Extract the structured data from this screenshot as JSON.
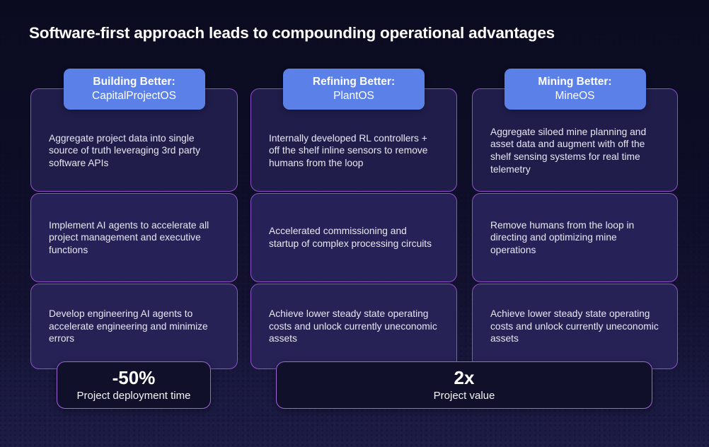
{
  "slide": {
    "title": "Software-first approach leads to compounding operational advantages"
  },
  "columns": [
    {
      "header": {
        "line1": "Building Better:",
        "line2": "CapitalProjectOS"
      },
      "cards": [
        "Aggregate project data into single source of truth leveraging 3rd party software APIs",
        "Implement AI agents to accelerate all project management and executive functions",
        "Develop engineering AI agents to accelerate engineering and minimize errors"
      ]
    },
    {
      "header": {
        "line1": "Refining Better:",
        "line2": "PlantOS"
      },
      "cards": [
        "Internally developed RL controllers + off the shelf inline sensors to remove humans from the loop",
        "Accelerated commissioning and startup of complex processing circuits",
        "Achieve lower steady state operating costs and unlock currently uneconomic assets"
      ]
    },
    {
      "header": {
        "line1": "Mining Better:",
        "line2": "MineOS"
      },
      "cards": [
        "Aggregate siloed mine planning and asset data and augment with off the shelf sensing systems for real time telemetry",
        "Remove humans from the loop in directing and optimizing mine operations",
        "Achieve lower steady state operating costs and unlock currently uneconomic assets"
      ]
    }
  ],
  "stats": [
    {
      "value": "-50%",
      "label": "Project deployment time"
    },
    {
      "value": "2x",
      "label": "Project value"
    }
  ],
  "colors": {
    "header_blue": "#5b80e8",
    "card_border_purple": "#8f52cc",
    "card_fill_indigo": "#262257",
    "stat_box_fill": "#11102a",
    "stat_box_border": "#9e66d8",
    "background_top": "#0b0b20",
    "background_bottom": "#1d1c44",
    "text_primary": "#ffffff",
    "text_body": "#e7e7f2"
  }
}
